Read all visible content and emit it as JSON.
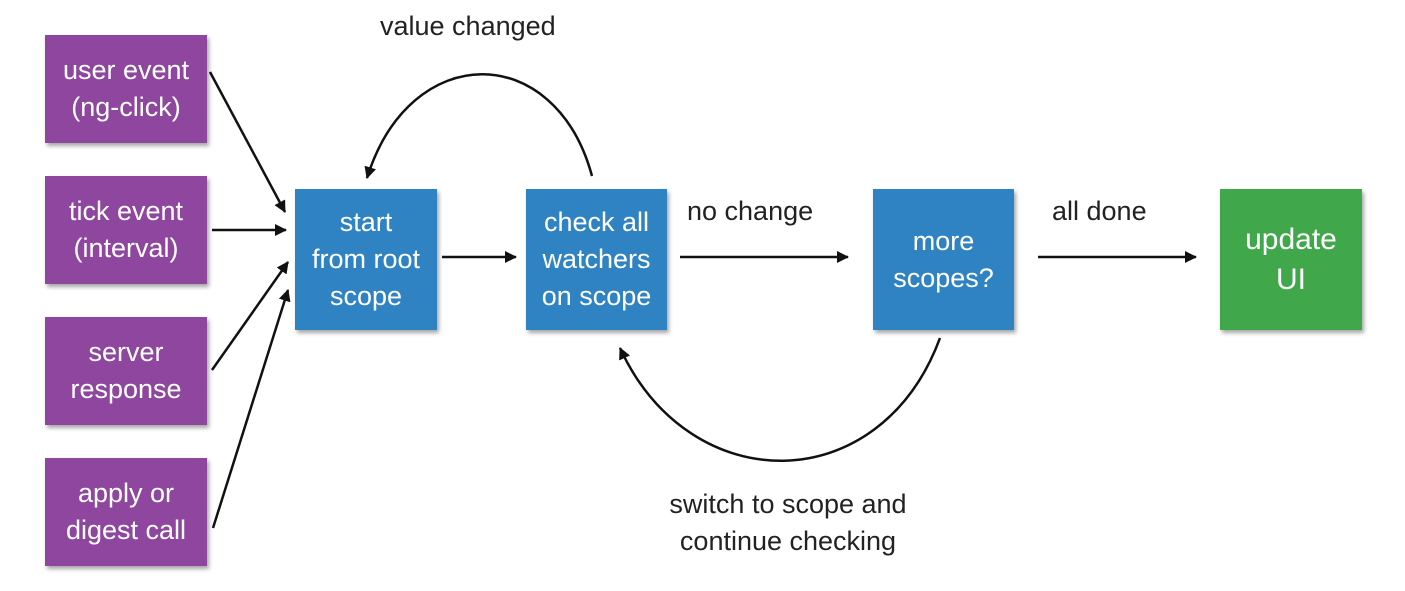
{
  "sources": [
    {
      "id": "user-event",
      "lines": [
        "user event",
        "(ng-click)"
      ]
    },
    {
      "id": "tick-event",
      "lines": [
        "tick event",
        "(interval)"
      ]
    },
    {
      "id": "server-response",
      "lines": [
        "server",
        "response"
      ]
    },
    {
      "id": "apply-digest",
      "lines": [
        "apply or",
        "digest call"
      ]
    }
  ],
  "steps": {
    "start": {
      "lines": [
        "start",
        "from root",
        "scope"
      ]
    },
    "check": {
      "lines": [
        "check all",
        "watchers",
        "on scope"
      ]
    },
    "more": {
      "lines": [
        "more",
        "scopes?"
      ]
    },
    "update": {
      "lines": [
        "update",
        "UI"
      ]
    }
  },
  "edge_labels": {
    "value_changed": "value changed",
    "no_change": "no change",
    "all_done": "all done",
    "switch_scope": [
      "switch to scope and",
      "continue checking"
    ]
  },
  "colors": {
    "source": "#8e469e",
    "step": "#2f83c2",
    "final": "#40a84a",
    "arrow": "#111111"
  }
}
